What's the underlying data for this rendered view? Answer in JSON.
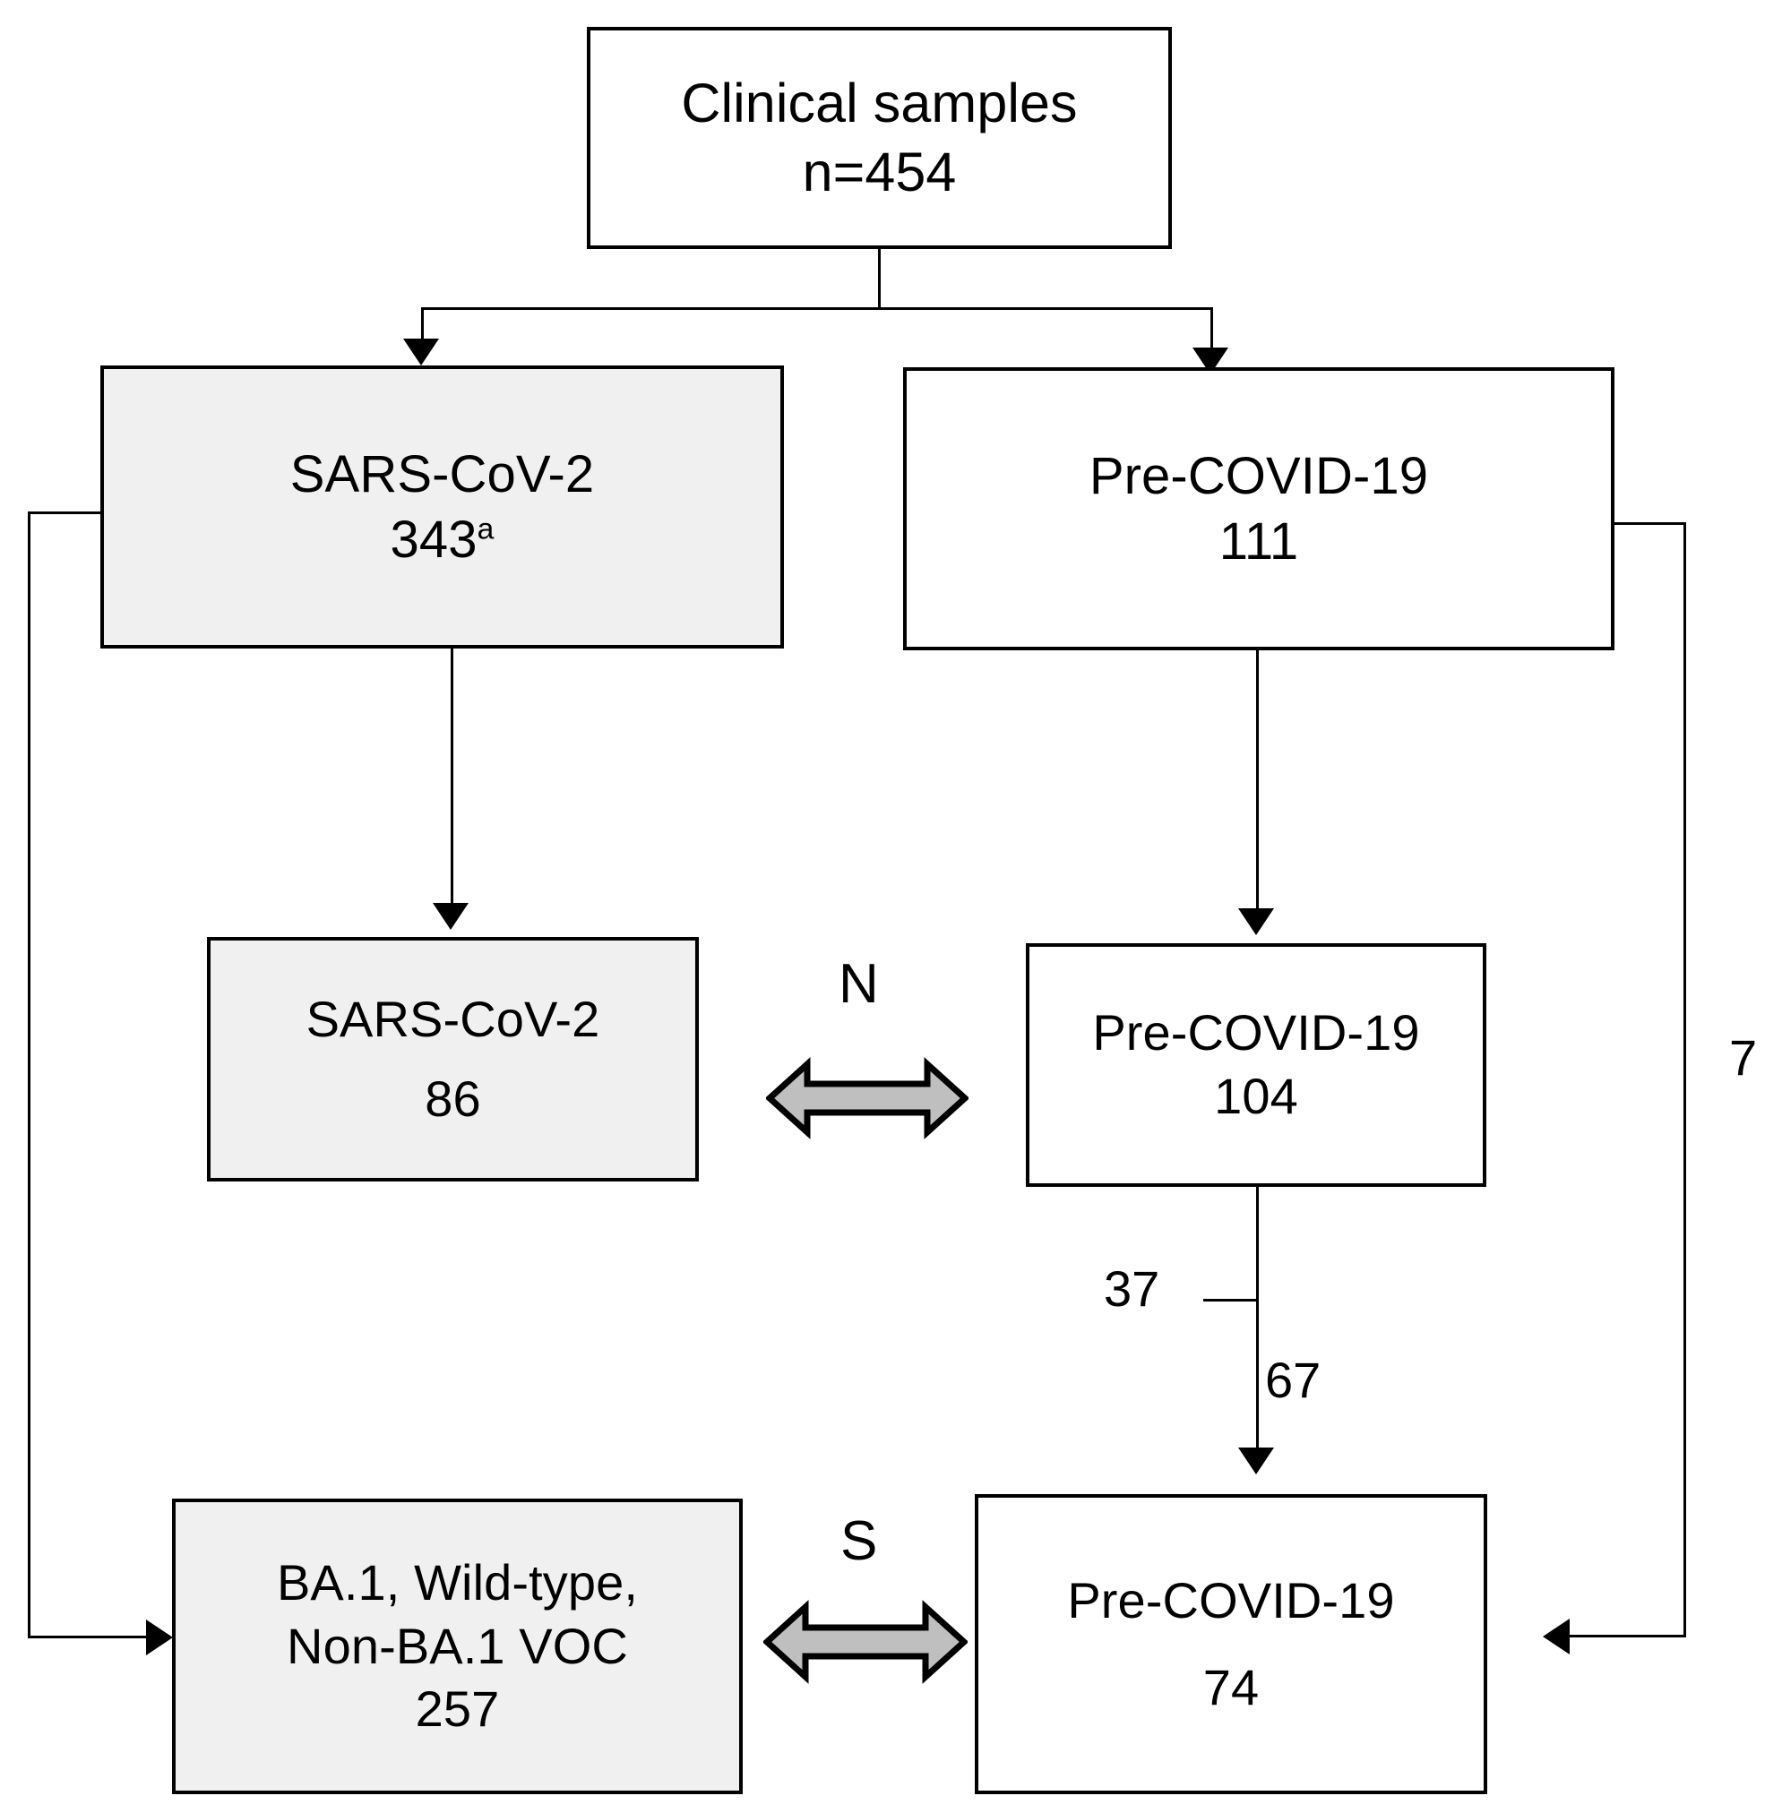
{
  "diagram": {
    "type": "flowchart",
    "title": "Clinical sample allocation flowchart",
    "background_color": "#ffffff",
    "stroke_color": "#000000",
    "shaded_node_fill": "#f0f0f0",
    "plain_node_fill": "#ffffff",
    "arrow_fill": "#bfbfbf"
  },
  "nodes": {
    "clinical_samples": {
      "label": "Clinical samples",
      "count": "n=454",
      "fill": "plain"
    },
    "sars_cov2_top": {
      "label": "SARS-CoV-2",
      "count": "343",
      "count_superscript": "a",
      "fill": "shaded"
    },
    "pre_covid_top": {
      "label": "Pre-COVID-19",
      "count": "111",
      "fill": "plain"
    },
    "sars_cov2_n": {
      "label": "SARS-CoV-2",
      "count": "86",
      "fill": "shaded"
    },
    "pre_covid_n": {
      "label": "Pre-COVID-19",
      "count": "104",
      "fill": "plain"
    },
    "variants_s": {
      "line1": "BA.1, Wild-type,",
      "line2": "Non-BA.1 VOC",
      "count": "257",
      "fill": "shaded"
    },
    "pre_covid_s": {
      "label": "Pre-COVID-19",
      "count": "74",
      "fill": "plain"
    }
  },
  "comparisons": [
    {
      "id": "n-comparison",
      "label": "N",
      "left": "sars_cov2_n",
      "right": "pre_covid_n"
    },
    {
      "id": "s-comparison",
      "label": "S",
      "left": "variants_s",
      "right": "pre_covid_s"
    }
  ],
  "edge_labels": {
    "excluded_37": "37",
    "carried_67": "67",
    "carried_7": "7"
  }
}
